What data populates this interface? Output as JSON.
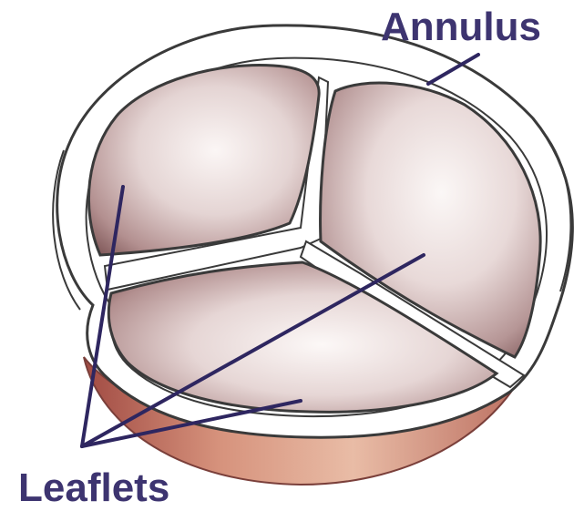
{
  "diagram": {
    "labels": {
      "annulus": "Annulus",
      "leaflets": "Leaflets"
    },
    "parts": [
      "annulus",
      "leaflet",
      "leaflet",
      "leaflet",
      "commissure"
    ],
    "colors": {
      "label_text": "#3d3470",
      "pointer_line": "#2e2660",
      "ring_fill": "#ffffff",
      "outline": "#3a3a3a",
      "leaflet_light": "#f5eeee",
      "leaflet_mid": "#d6c3c2",
      "leaflet_dark": "#8b6566",
      "tissue_light": "#e8b9a3",
      "tissue_dark": "#a4574b"
    }
  }
}
